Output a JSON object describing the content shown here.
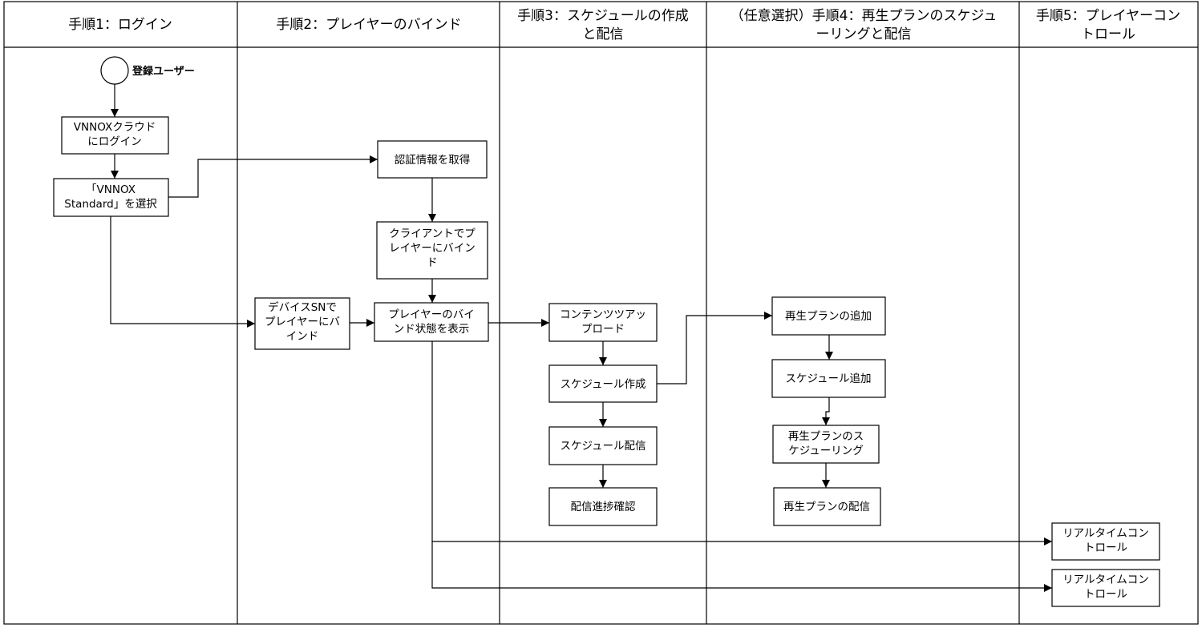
{
  "lanes": [
    {
      "id": "lane1",
      "title": [
        "手順1：ログイン"
      ]
    },
    {
      "id": "lane2",
      "title": [
        "手順2：プレイヤーのバインド"
      ]
    },
    {
      "id": "lane3",
      "title": [
        "手順3：スケジュールの作成",
        "と配信"
      ]
    },
    {
      "id": "lane4",
      "title": [
        "（任意選択）手順4：再生プランのスケジュ",
        "ーリングと配信"
      ]
    },
    {
      "id": "lane5",
      "title": [
        "手順5：プレイヤーコン",
        "トロール"
      ]
    }
  ],
  "start": {
    "label": "登録ユーザー"
  },
  "nodes": [
    {
      "id": "login",
      "lines": [
        "VNNOXクラウド",
        "にログイン"
      ]
    },
    {
      "id": "select-standard",
      "lines": [
        "「VNNOX",
        "Standard」を選択"
      ]
    },
    {
      "id": "get-auth",
      "lines": [
        "認証情報を取得"
      ]
    },
    {
      "id": "bind-client",
      "lines": [
        "クライアントでプ",
        "レイヤーにバイン",
        "ド"
      ]
    },
    {
      "id": "bind-sn",
      "lines": [
        "デバイスSNで",
        "プレイヤーにバ",
        "インド"
      ]
    },
    {
      "id": "show-bind-status",
      "lines": [
        "プレイヤーのバイ",
        "ンド状態を表示"
      ]
    },
    {
      "id": "upload-content",
      "lines": [
        "コンテンツツアッ",
        "プロード"
      ]
    },
    {
      "id": "create-schedule",
      "lines": [
        "スケジュール作成"
      ]
    },
    {
      "id": "deliver-schedule",
      "lines": [
        "スケジュール配信"
      ]
    },
    {
      "id": "check-progress",
      "lines": [
        "配信進捗確認"
      ]
    },
    {
      "id": "add-plan",
      "lines": [
        "再生プランの追加"
      ]
    },
    {
      "id": "add-schedule",
      "lines": [
        "スケジュール追加"
      ]
    },
    {
      "id": "schedule-plan",
      "lines": [
        "再生プランのス",
        "ケジューリング"
      ]
    },
    {
      "id": "deliver-plan",
      "lines": [
        "再生プランの配信"
      ]
    },
    {
      "id": "realtime-1",
      "lines": [
        "リアルタイムコン",
        "トロール"
      ]
    },
    {
      "id": "realtime-2",
      "lines": [
        "リアルタイムコン",
        "トロール"
      ]
    }
  ],
  "edges": [
    {
      "from": "start",
      "to": "login"
    },
    {
      "from": "login",
      "to": "select-standard"
    },
    {
      "from": "select-standard",
      "to": "get-auth"
    },
    {
      "from": "select-standard",
      "to": "bind-sn"
    },
    {
      "from": "get-auth",
      "to": "bind-client"
    },
    {
      "from": "bind-client",
      "to": "show-bind-status"
    },
    {
      "from": "bind-sn",
      "to": "show-bind-status"
    },
    {
      "from": "show-bind-status",
      "to": "upload-content"
    },
    {
      "from": "show-bind-status",
      "to": "realtime-1"
    },
    {
      "from": "show-bind-status",
      "to": "realtime-2"
    },
    {
      "from": "upload-content",
      "to": "create-schedule"
    },
    {
      "from": "create-schedule",
      "to": "deliver-schedule"
    },
    {
      "from": "deliver-schedule",
      "to": "check-progress"
    },
    {
      "from": "create-schedule",
      "to": "add-plan"
    },
    {
      "from": "add-plan",
      "to": "add-schedule"
    },
    {
      "from": "add-schedule",
      "to": "schedule-plan"
    },
    {
      "from": "schedule-plan",
      "to": "deliver-plan"
    }
  ]
}
